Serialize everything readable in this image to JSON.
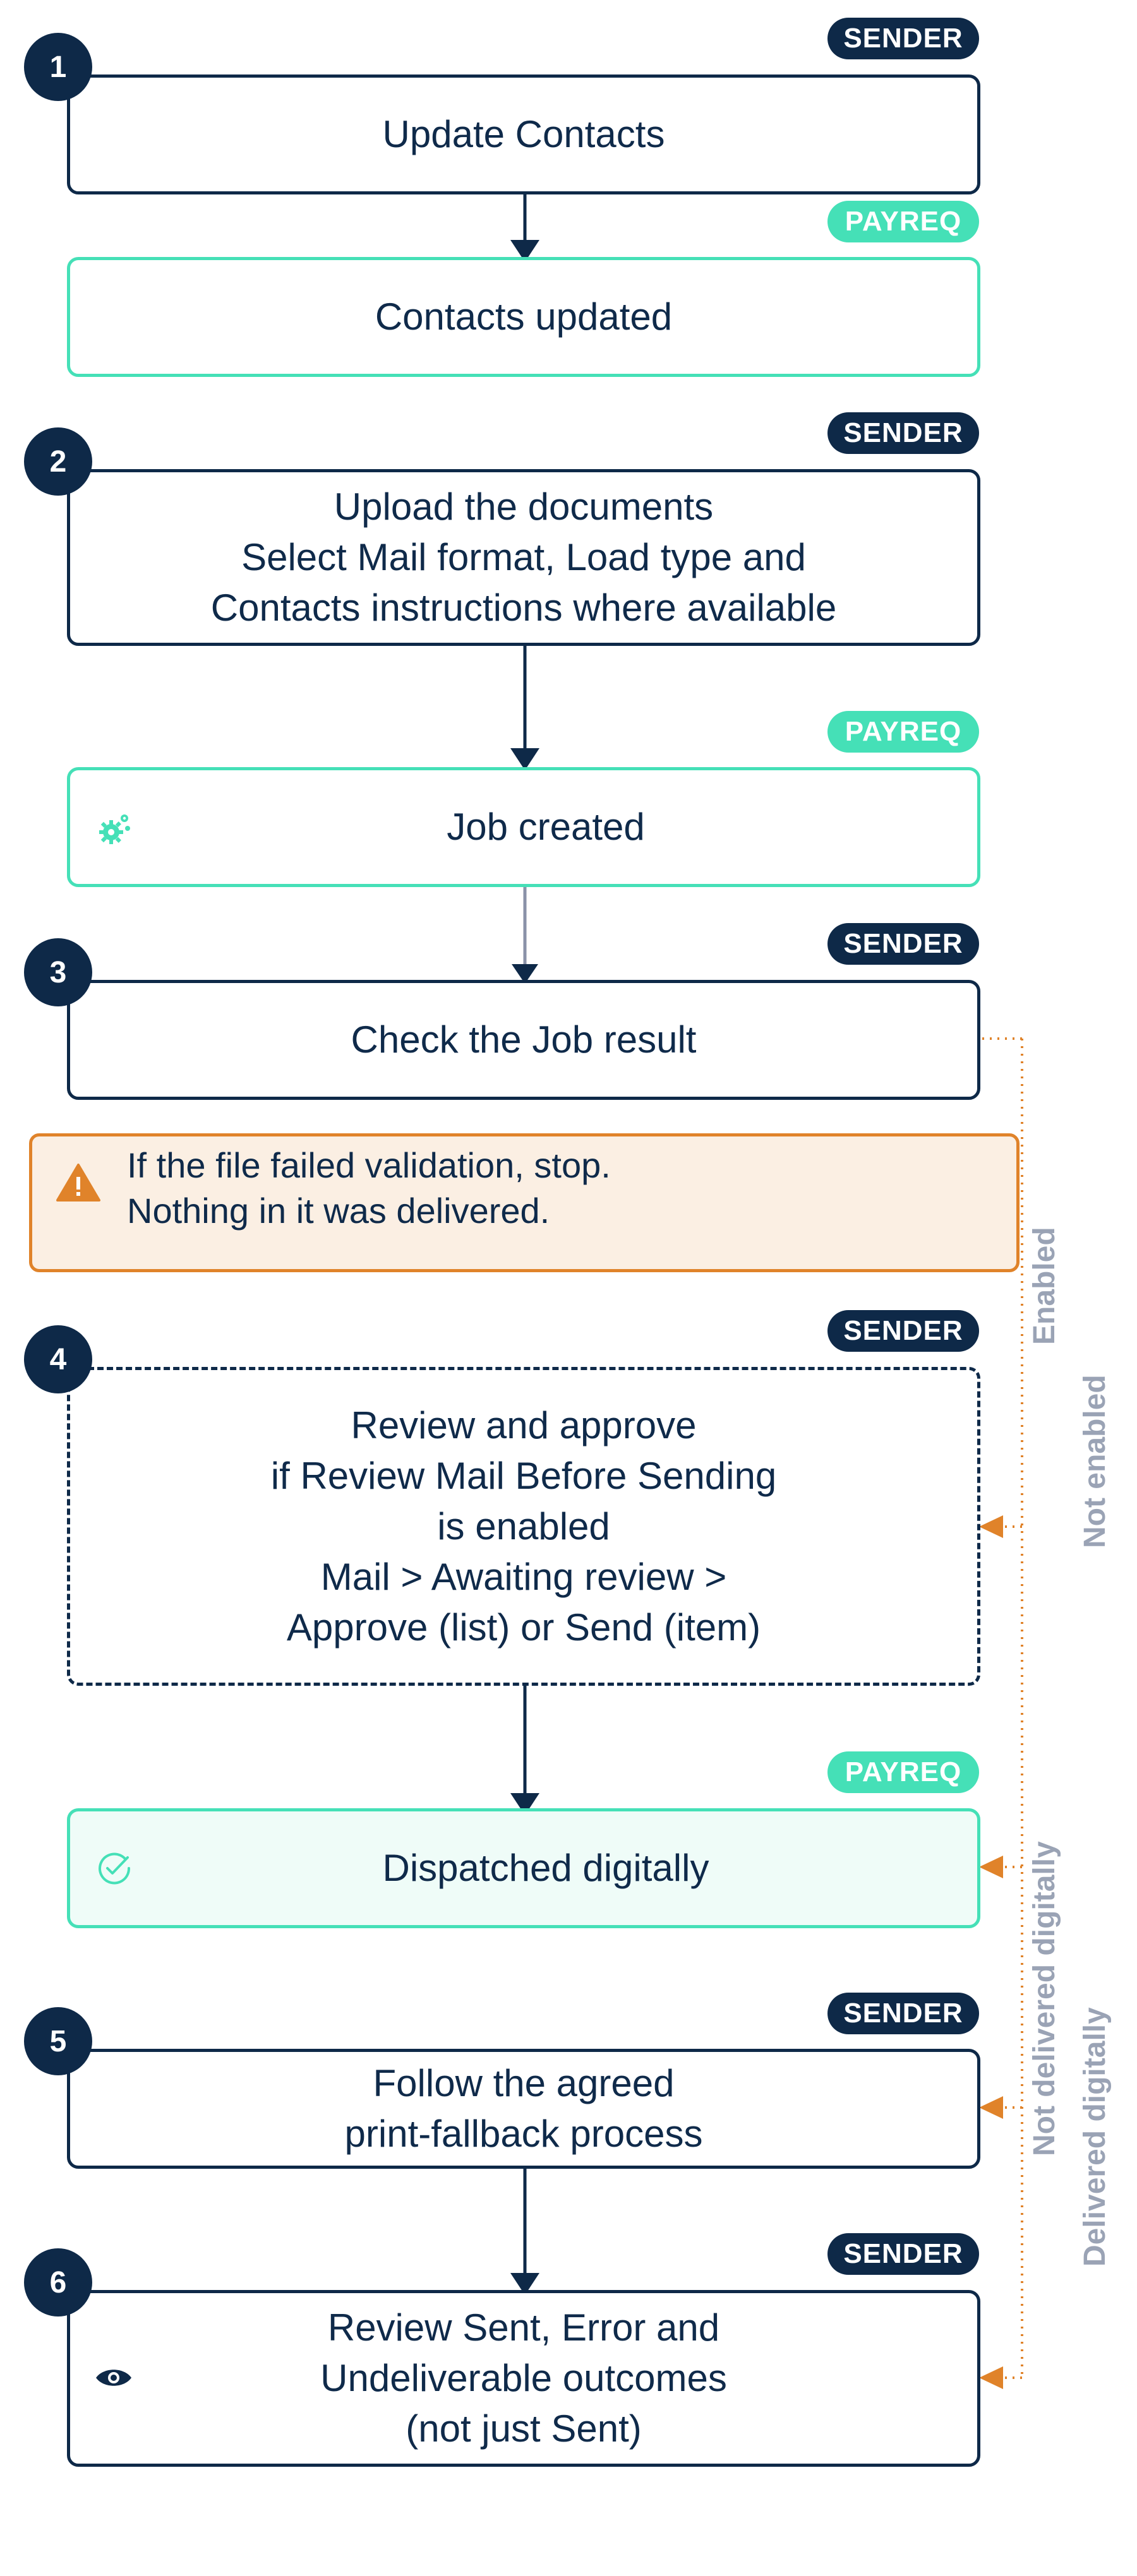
{
  "colors": {
    "navy": "#0e2948",
    "teal": "#45e0b7",
    "teal_fill": "#effcf8",
    "orange": "#e0832a",
    "warning_fill": "#fbefe3",
    "side_label_gray": "#9aa3b5",
    "connector_gray": "#8a92a8"
  },
  "badges": {
    "sender": "SENDER",
    "payreq": "PAYREQ"
  },
  "steps": [
    {
      "number": "1",
      "text": [
        "Update Contacts"
      ]
    },
    {
      "number": "2",
      "text": [
        "Upload the documents",
        "Select Mail format, Load type and",
        "Contacts instructions where available"
      ]
    },
    {
      "number": "3",
      "text": [
        "Check the Job result"
      ]
    },
    {
      "number": "4",
      "text": [
        "Review and approve",
        "if Review Mail Before Sending",
        "is enabled",
        "Mail > Awaiting review >",
        "Approve (list) or Send (item)"
      ]
    },
    {
      "number": "5",
      "text": [
        "Follow the agreed",
        "print-fallback process"
      ]
    },
    {
      "number": "6",
      "text": [
        "Review Sent, Error and",
        "Undeliverable outcomes",
        "(not just Sent)"
      ]
    }
  ],
  "system_events": {
    "contacts_updated": "Contacts updated",
    "job_created": "Job created",
    "dispatched_digitally": "Dispatched digitally"
  },
  "warning": {
    "icon": "warning-triangle-icon",
    "line1": "If the file failed validation, stop.",
    "line2": "Nothing in it was delivered."
  },
  "side_labels": {
    "enabled": "Enabled",
    "not_enabled": "Not enabled",
    "not_delivered_digitally": "Not delivered digitally",
    "delivered_digitally": "Delivered digitally"
  },
  "icons": {
    "job_created": "gears-icon",
    "dispatched": "check-circle-icon",
    "review_outcomes": "eye-icon"
  }
}
